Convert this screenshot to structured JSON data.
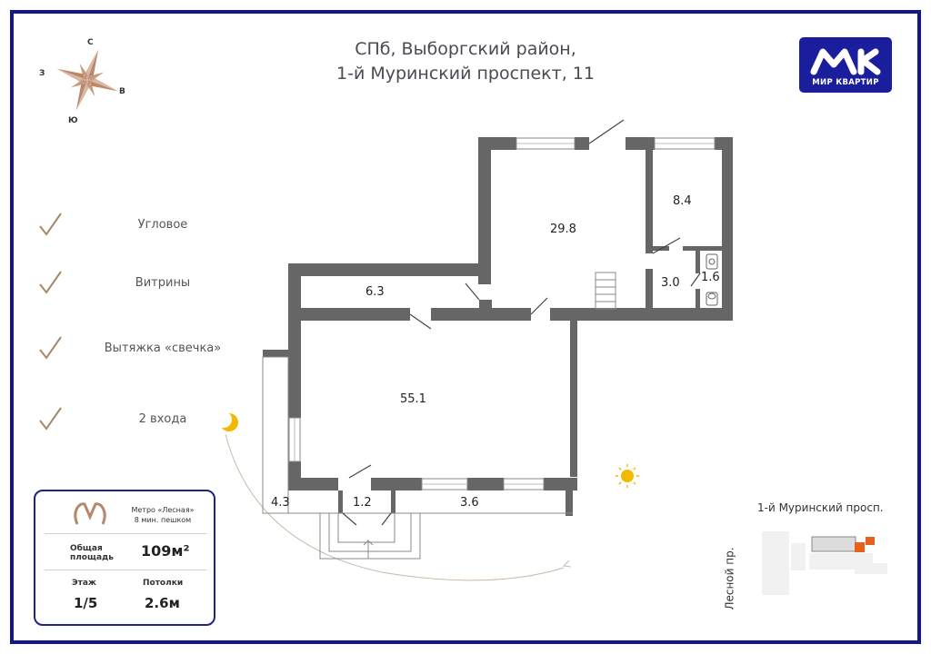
{
  "header": {
    "line1": "СПб, Выборгский район,",
    "line2": "1-й Муринский проспект, 11"
  },
  "logo": {
    "text": "МИР КВАРТИР",
    "icon": "mk-logo-icon",
    "color": "#1a1e9c"
  },
  "compass": {
    "north": "С",
    "west": "З",
    "east": "В",
    "south": "Ю"
  },
  "features": [
    {
      "label": "Угловое",
      "icon": "check-icon"
    },
    {
      "label": "Витрины",
      "icon": "check-icon"
    },
    {
      "label": "Вытяжка «свечка»",
      "icon": "check-icon"
    },
    {
      "label": "2 входа",
      "icon": "check-icon"
    }
  ],
  "info": {
    "metro_title": "Метро «Лесная»",
    "metro_walk": "8 мин. пешком",
    "area_label_1": "Общая",
    "area_label_2": "площадь",
    "area_value": "109м²",
    "floor_label": "Этаж",
    "floor_value": "1/5",
    "ceiling_label": "Потолки",
    "ceiling_value": "2.6м"
  },
  "rooms": {
    "r29_8": "29.8",
    "r8_4": "8.4",
    "r6_3": "6.3",
    "r3_0": "3.0",
    "r1_6": "1.6",
    "r55_1": "55.1",
    "r4_3": "4.3",
    "r1_2": "1.2",
    "r3_6": "3.6"
  },
  "map": {
    "street_h": "1-й Муринский просп.",
    "street_v": "Лесной пр."
  },
  "colors": {
    "frame": "#12168a",
    "wall": "#666666",
    "accent_orange": "#e8611c",
    "sun": "#f5b800"
  }
}
